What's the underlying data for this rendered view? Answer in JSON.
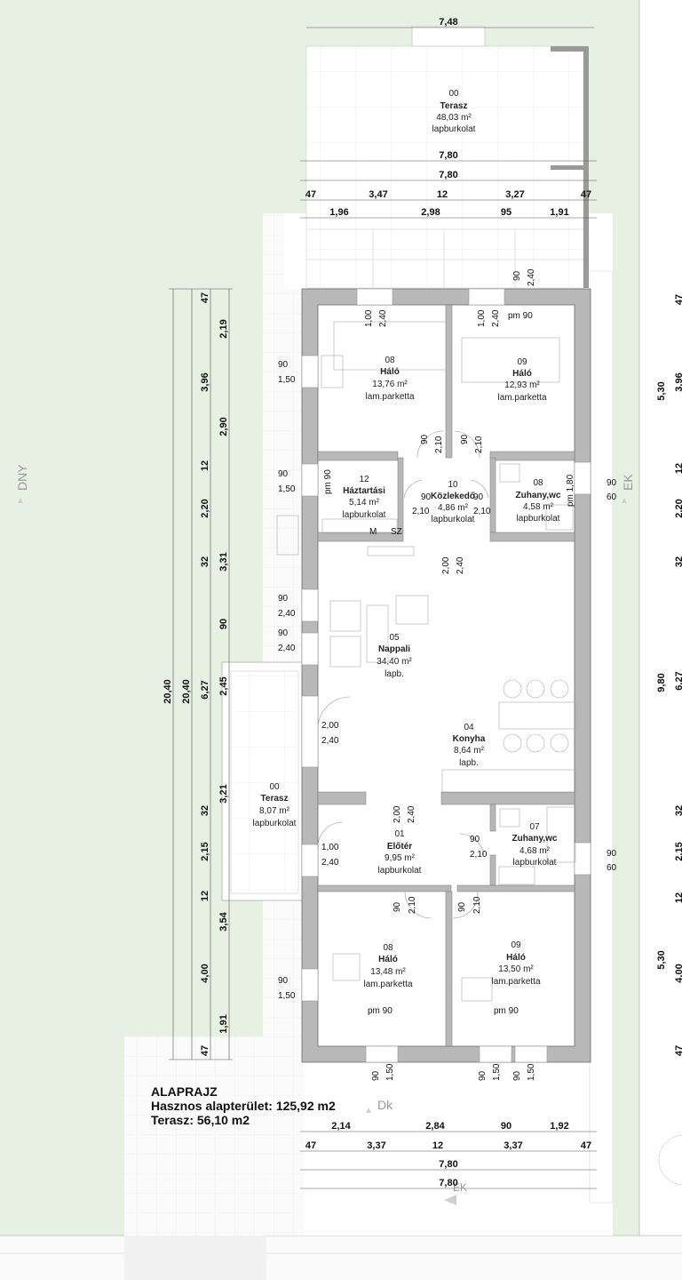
{
  "legend": {
    "title": "ALAPRAJZ",
    "area": "Hasznos alapterület: 125,92 m2",
    "terrace": "Terasz:  56,10 m2"
  },
  "compass": {
    "dny": "DNY",
    "ek": "EK",
    "dk": "Dk",
    "ek_bottom": "ÉK"
  },
  "rooms": {
    "terasz_top": {
      "num": "00",
      "name": "Terasz",
      "area": "48,03 m²",
      "floor": "lapburkolat"
    },
    "halo_08_top": {
      "num": "08",
      "name": "Háló",
      "area": "13,76 m²",
      "floor": "lam.parketta"
    },
    "halo_09_top": {
      "num": "09",
      "name": "Háló",
      "area": "12,93 m²",
      "floor": "lam.parketta"
    },
    "haztartasi": {
      "num": "12",
      "name": "Háztartási",
      "area": "5,14 m²",
      "floor": "lapburkolat"
    },
    "kozlekedo": {
      "num": "10",
      "name": "Közlekedő",
      "area": "4,86 m²",
      "floor": "lapburkolat"
    },
    "zuhany_08": {
      "num": "08",
      "name": "Zuhany,wc",
      "area": "4,58 m²",
      "floor": "lapburkolat"
    },
    "nappali": {
      "num": "05",
      "name": "Nappali",
      "area": "34,40 m²",
      "floor": "lapb."
    },
    "konyha": {
      "num": "04",
      "name": "Konyha",
      "area": "8,64 m²",
      "floor": "lapb."
    },
    "terasz_side": {
      "num": "00",
      "name": "Terasz",
      "area": "8,07 m²",
      "floor": "lapburkolat"
    },
    "eloter": {
      "num": "01",
      "name": "Előtér",
      "area": "9,95 m²",
      "floor": "lapburkolat"
    },
    "zuhany_07": {
      "num": "07",
      "name": "Zuhany,wc",
      "area": "4,68 m²",
      "floor": "lapburkolat"
    },
    "halo_08_bot": {
      "num": "08",
      "name": "Háló",
      "area": "13,48 m²",
      "floor": "lam.parketta"
    },
    "halo_09_bot": {
      "num": "09",
      "name": "Háló",
      "area": "13,50 m²",
      "floor": "lam.parketta"
    }
  },
  "dims": {
    "top_748": "7,48",
    "top_780a": "7,80",
    "top_780b": "7,80",
    "top_r1": [
      "47",
      "3,47",
      "12",
      "3,27",
      "47"
    ],
    "top_r2": [
      "1,96",
      "2,98",
      "95",
      "1,91"
    ],
    "bot_r1": [
      "2,14",
      "2,84",
      "90",
      "1,92"
    ],
    "bot_r2": [
      "47",
      "3,37",
      "12",
      "3,37",
      "47"
    ],
    "bot_780a": "7,80",
    "bot_780b": "7,80",
    "left_total_a": "20,40",
    "left_total_b": "20,40",
    "left_mid": [
      "47",
      "3,96",
      "12",
      "3,31",
      "6,27",
      "3,21",
      "12",
      "3,54",
      "4,00",
      "47"
    ],
    "left_in": [
      "2,19",
      "2,90",
      "2,20",
      "32",
      "90",
      "2,45",
      "32",
      "2,15",
      "1,91"
    ],
    "right_a": [
      "5,30",
      "9,80",
      "5,30"
    ],
    "right_b": [
      "47",
      "3,96",
      "12",
      "2,20",
      "32",
      "6,27",
      "32",
      "2,15",
      "12",
      "4,00",
      "47"
    ]
  },
  "openings": {
    "w1": [
      "90",
      "1,50"
    ],
    "w2": [
      "90",
      "1,50"
    ],
    "w3": [
      "90",
      "2,40"
    ],
    "w4": [
      "90",
      "2,40"
    ],
    "door_terr": [
      "2,00",
      "2,40"
    ],
    "door_entry": [
      "1,00",
      "2,40"
    ],
    "w5": [
      "90",
      "1,50"
    ],
    "w_r1": [
      "90",
      "60"
    ],
    "w_r2": [
      "90",
      "60"
    ],
    "top_d1": [
      "1,00",
      "2,40"
    ],
    "top_d2": [
      "1,00",
      "2,40"
    ],
    "top_d3": [
      "90",
      "2,40"
    ],
    "pm90": "pm 90",
    "door_h1": [
      "90",
      "2,10"
    ],
    "door_h2": [
      "90",
      "2,10"
    ],
    "door_k1": [
      "2,00",
      "2,40"
    ],
    "door_k2": [
      "2,00",
      "2,40"
    ],
    "door_z7": [
      "90",
      "2,10"
    ],
    "door_b1": [
      "90",
      "2,10"
    ],
    "door_b2": [
      "90",
      "2,10"
    ],
    "bot_w1": [
      "90",
      "1,50"
    ],
    "bot_w2": [
      "90",
      "1,50"
    ],
    "bot_w3": [
      "90",
      "1,50"
    ],
    "pm90_z": "pm 1,80",
    "haz_pm": "pm 90",
    "hall_90a": "90",
    "hall_90b": "90",
    "hall_210a": "2,10",
    "hall_210b": "2,10",
    "appl_m": "M",
    "appl_sz": "SZ"
  }
}
